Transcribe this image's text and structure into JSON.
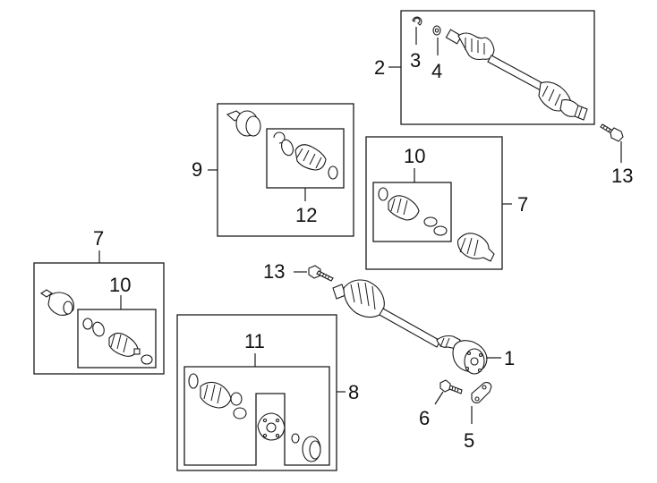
{
  "callouts": {
    "c1": "1",
    "c2": "2",
    "c3": "3",
    "c4": "4",
    "c5": "5",
    "c6": "6",
    "c7_left": "7",
    "c7_right": "7",
    "c8": "8",
    "c9": "9",
    "c10_left": "10",
    "c10_mid": "10",
    "c11": "11",
    "c12": "12",
    "c13_top": "13",
    "c13_mid": "13"
  }
}
